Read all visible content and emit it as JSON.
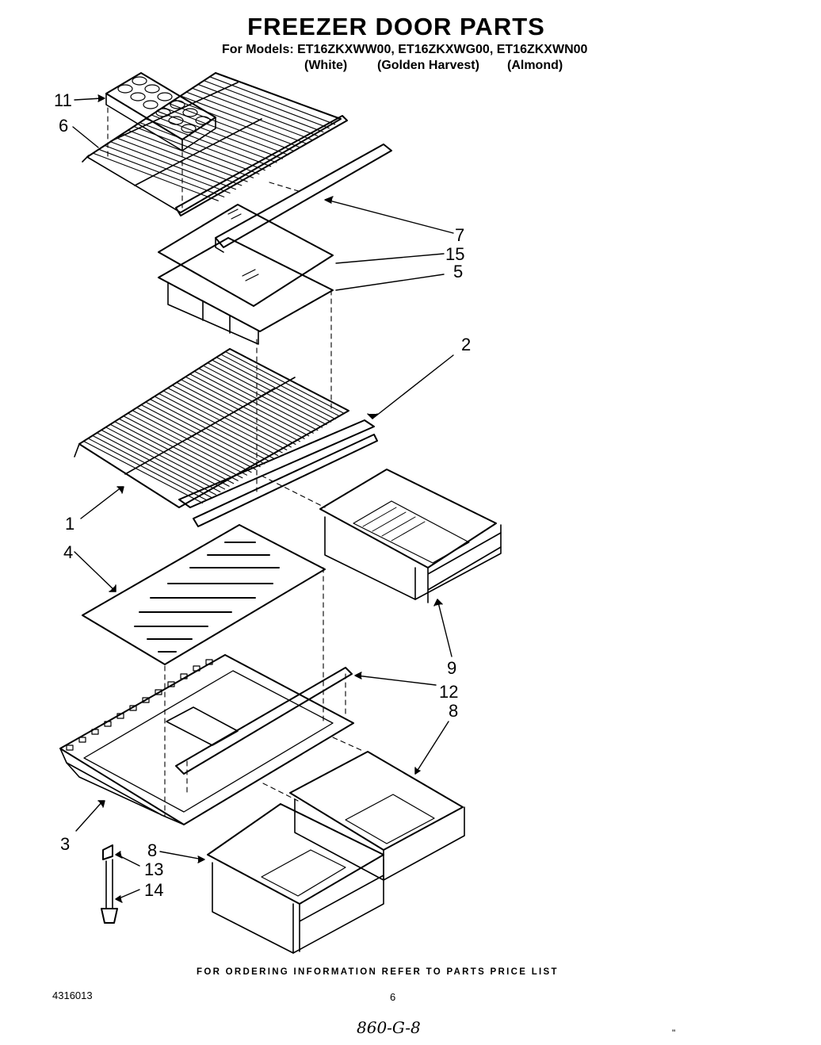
{
  "header": {
    "title": "FREEZER DOOR PARTS",
    "models_line": "For Models: ET16ZKXWW00, ET16ZKXWG00, ET16ZKXWN00",
    "colors": [
      "(White)",
      "(Golden Harvest)",
      "(Almond)"
    ]
  },
  "callouts": {
    "ice_tray": "11",
    "upper_shelf": "6",
    "upper_shelf_trim": "7",
    "cover_glass": "15",
    "crisper_cover_frame": "5",
    "shelf_trim": "2",
    "wire_shelf": "1",
    "pan_glass": "4",
    "small_pan": "9",
    "cover_trim": "12",
    "pan_right": "8",
    "pan_left": "8",
    "frame": "3",
    "wing_nut": "13",
    "screw": "14"
  },
  "footer": {
    "note": "FOR ORDERING INFORMATION REFER TO PARTS PRICE LIST",
    "doc_number": "4316013",
    "page_number": "6",
    "handwritten": "860-G-8",
    "corner_mark": "\""
  }
}
